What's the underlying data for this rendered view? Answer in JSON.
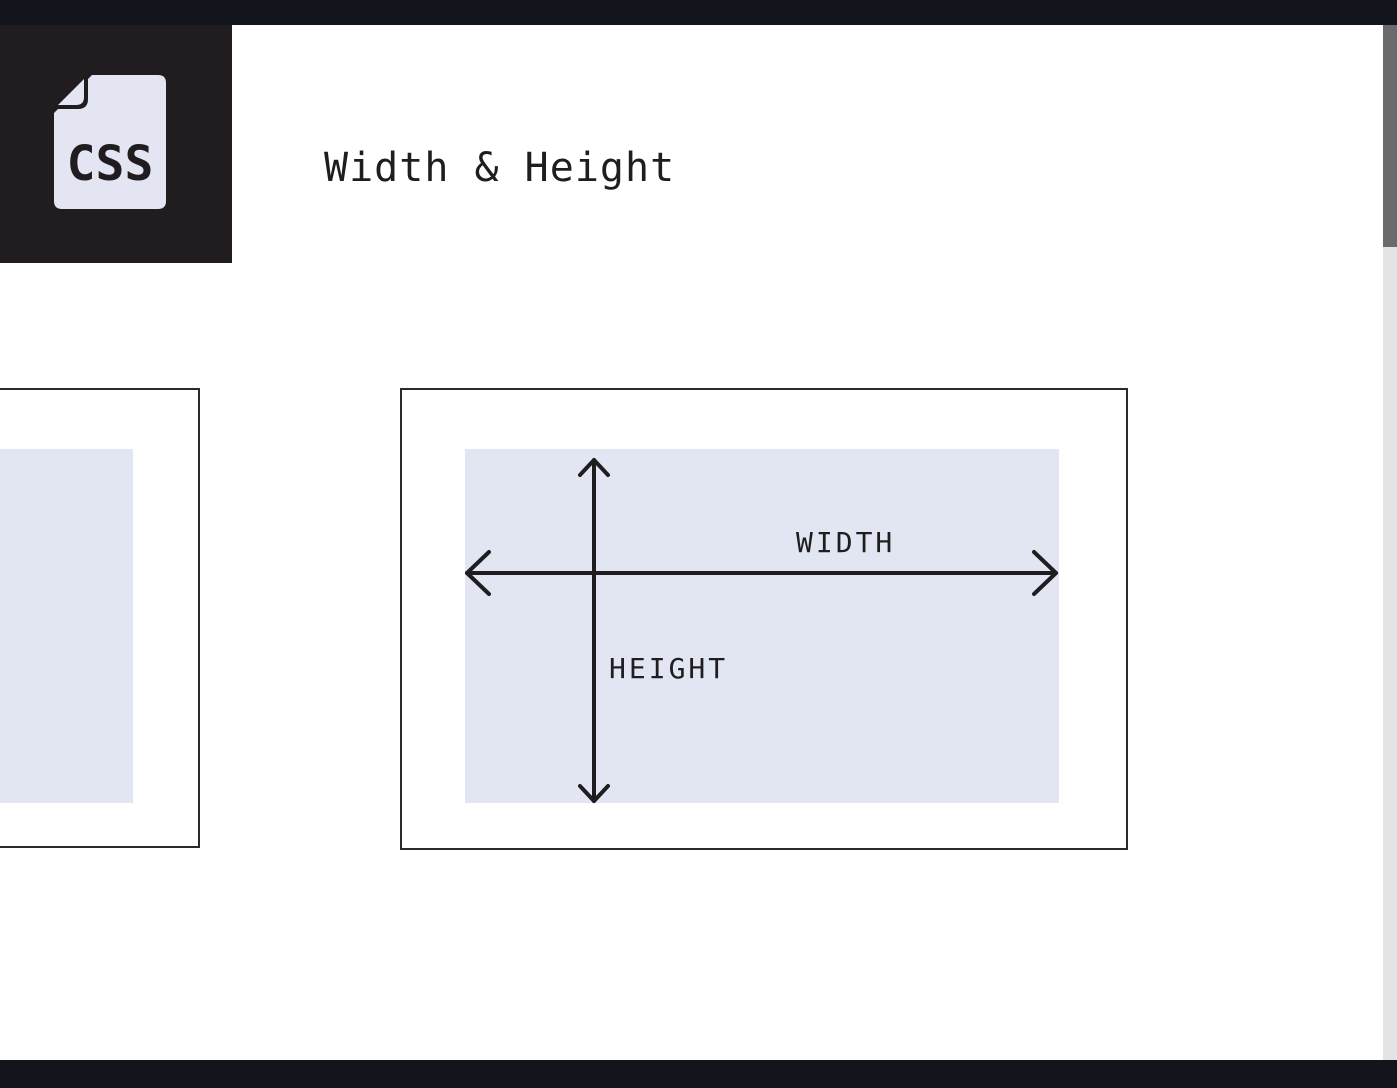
{
  "slide": {
    "title": "Width & Height",
    "logo_text": "CSS",
    "diagram": {
      "width_label": "WIDTH",
      "height_label": "HEIGHT"
    }
  },
  "colors": {
    "logo_background": "#201c1f",
    "content_fill": "#e2e5f2",
    "frame_bar": "#12161c",
    "ink": "#1f1d20"
  },
  "icons": [
    "css-file-icon",
    "double-arrow-horizontal-icon",
    "double-arrow-vertical-icon"
  ]
}
